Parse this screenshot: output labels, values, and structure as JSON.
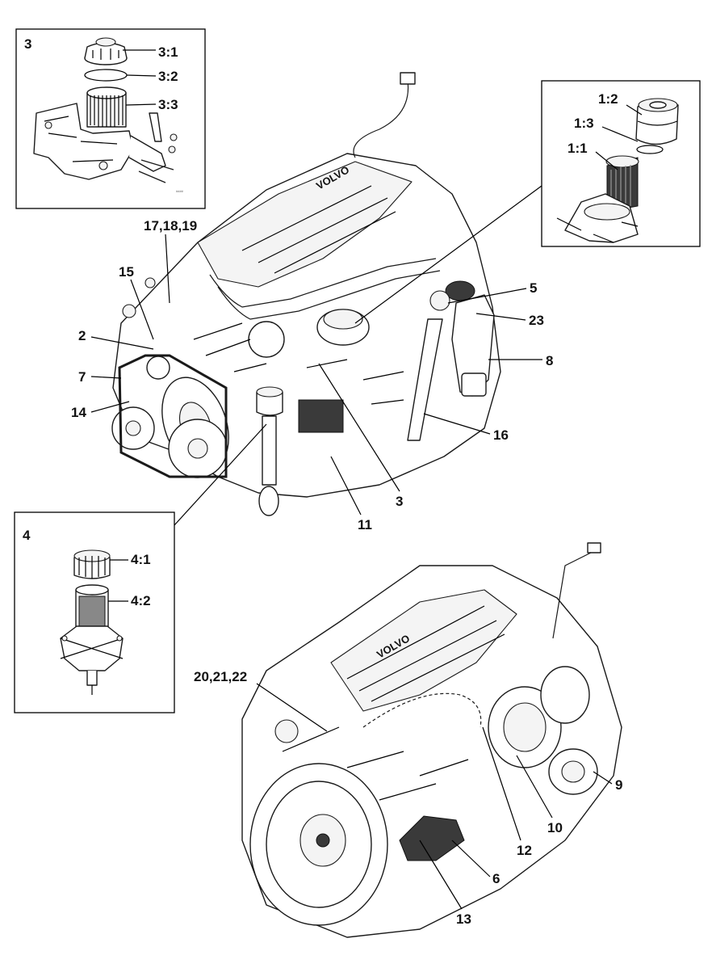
{
  "insets": {
    "inset3": {
      "number": "3",
      "labels": [
        "3:1",
        "3:2",
        "3:3"
      ],
      "tag": "####"
    },
    "inset1": {
      "labels": [
        "1:2",
        "1:3",
        "1:1"
      ]
    },
    "inset4": {
      "number": "4",
      "labels": [
        "4:1",
        "4:2"
      ]
    }
  },
  "callouts_top": [
    "17,18,19",
    "15",
    "2",
    "7",
    "14",
    "5",
    "23",
    "8",
    "16",
    "3",
    "11"
  ],
  "callouts_bottom": [
    "20,21,22",
    "9",
    "10",
    "12",
    "6",
    "13"
  ],
  "brand_top": "VOLVO",
  "brand_bottom": "VOLVO"
}
